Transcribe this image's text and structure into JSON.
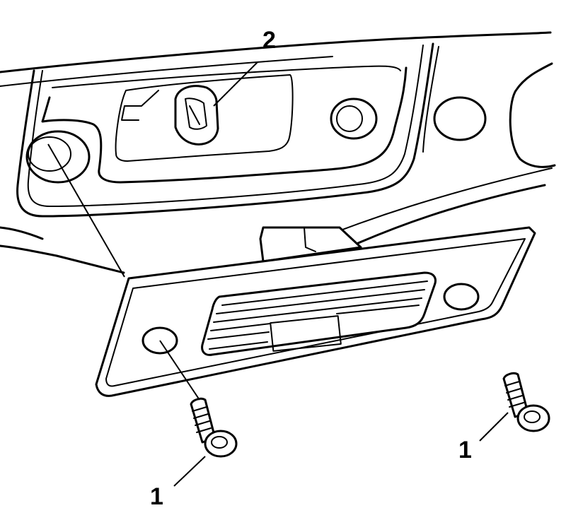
{
  "callouts": {
    "screw_left": "1",
    "bulb": "2",
    "screw_right": "1"
  },
  "parts": [
    {
      "id": "screw",
      "icon": "screw-icon"
    },
    {
      "id": "bulb",
      "icon": "bulb-icon"
    },
    {
      "id": "lamp-lens",
      "icon": "lamp-housing-icon"
    },
    {
      "id": "bumper",
      "icon": "panel-icon"
    }
  ],
  "colors": {
    "line": "#000000",
    "background": "#ffffff"
  }
}
